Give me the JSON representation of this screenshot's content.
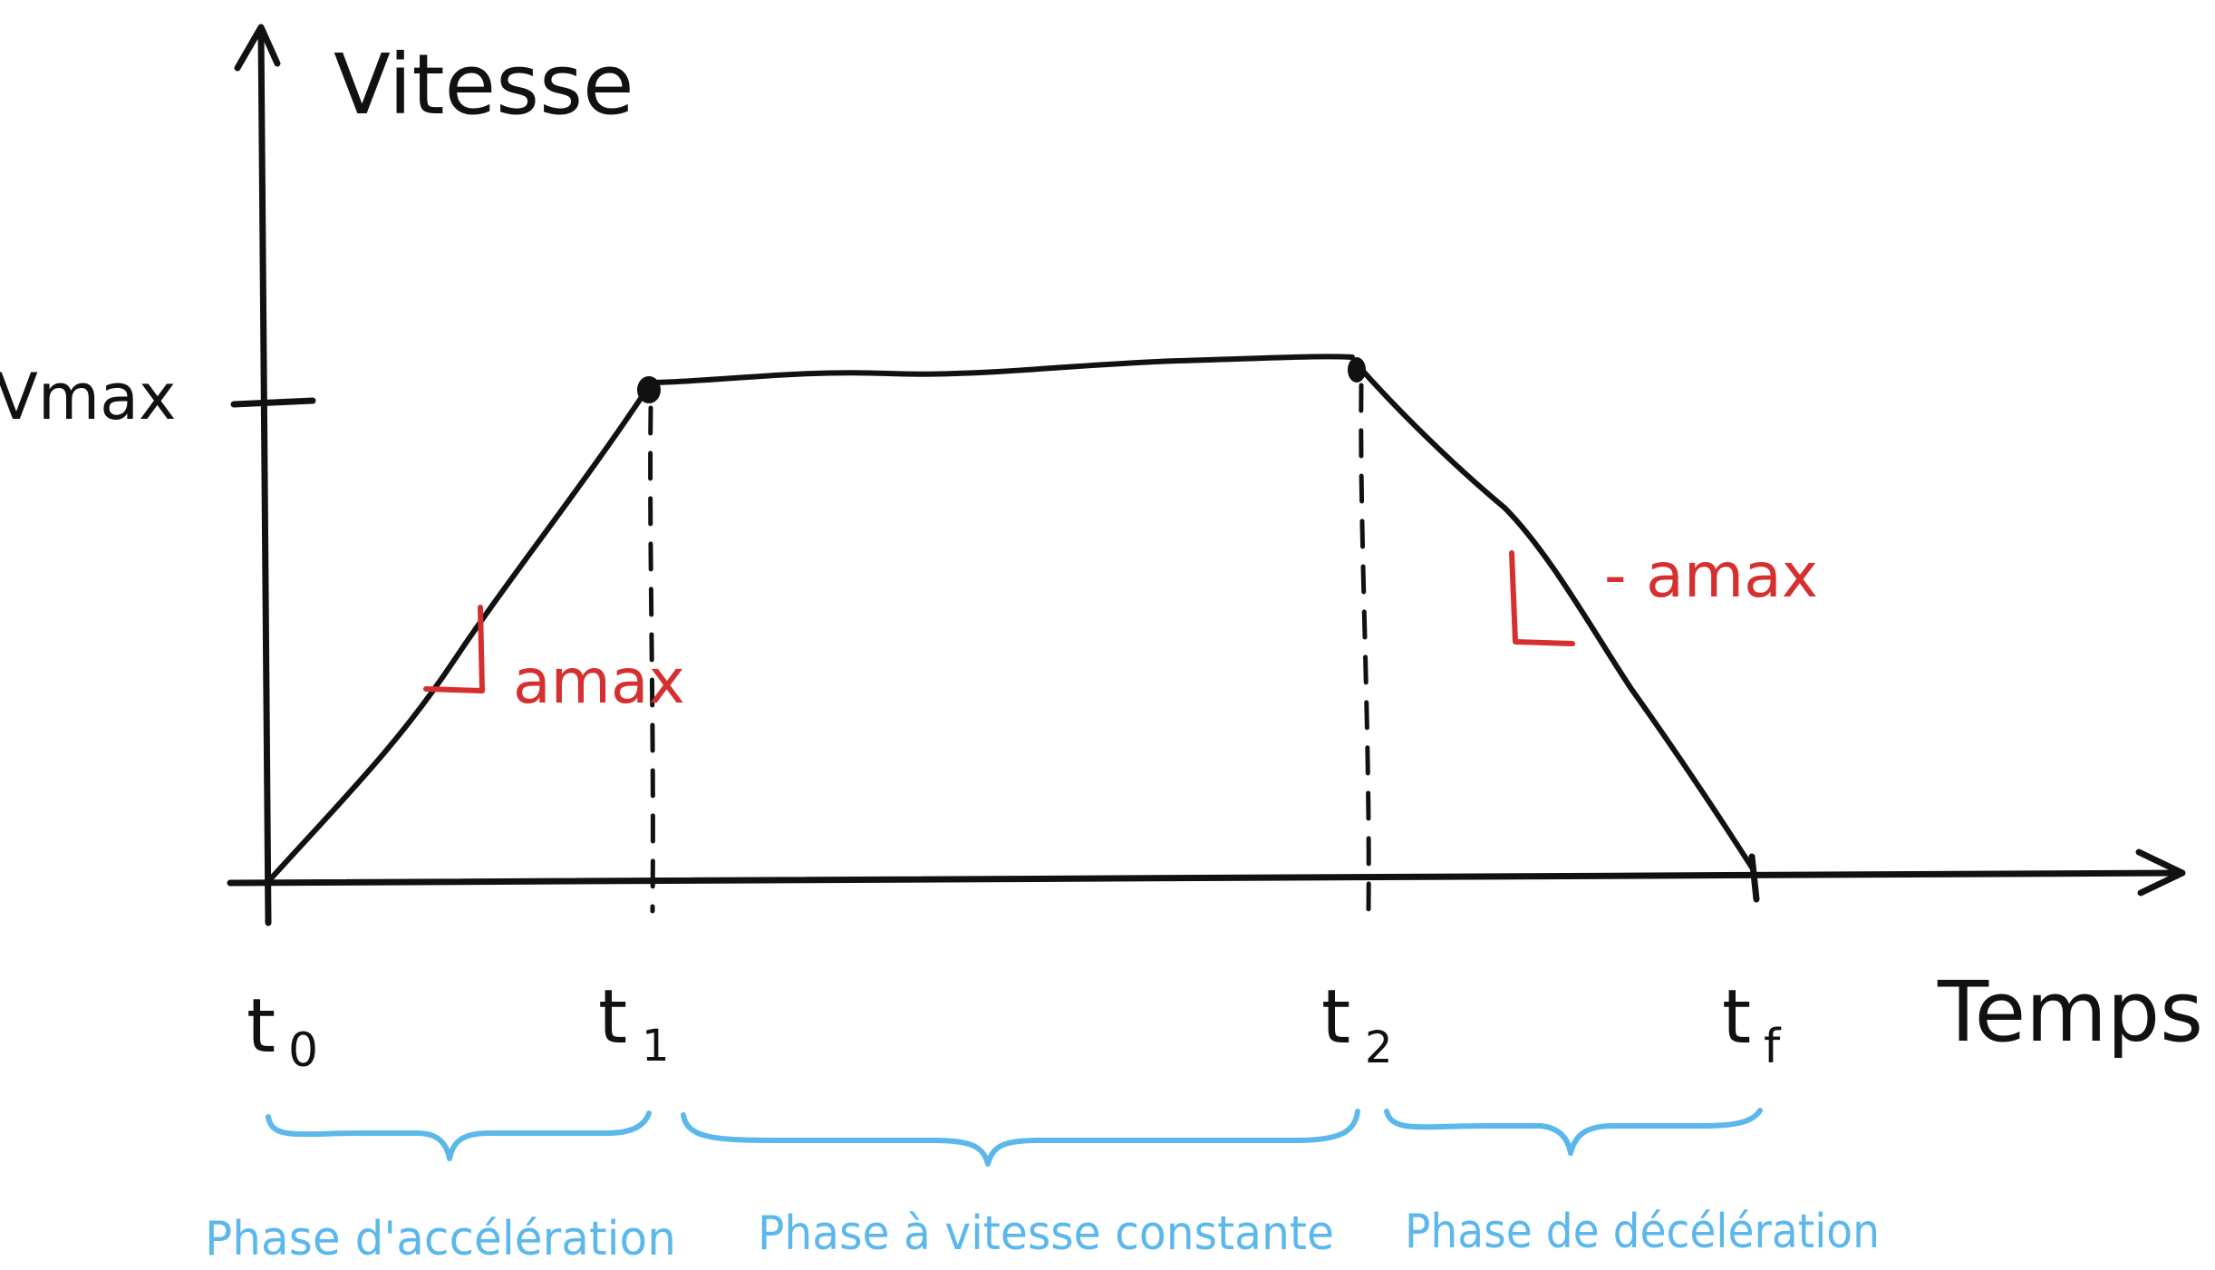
{
  "diagram": {
    "y_axis_label": "Vitesse",
    "x_axis_label": "Temps",
    "vmax_label": "Vmax",
    "time_labels": {
      "t0": "t",
      "t0_sub": "0",
      "t1": "t",
      "t1_sub": "1",
      "t2": "t",
      "t2_sub": "2",
      "tf": "t",
      "tf_sub": "f"
    },
    "slope_labels": {
      "accel": "amax",
      "decel": "- amax"
    },
    "phases": [
      {
        "label": "Phase d'accélération"
      },
      {
        "label": "Phase à vitesse constante"
      },
      {
        "label": "Phase de décélération"
      }
    ]
  },
  "colors": {
    "ink": "#111111",
    "slope": "#d62f2f",
    "phase": "#5cb8ea"
  }
}
